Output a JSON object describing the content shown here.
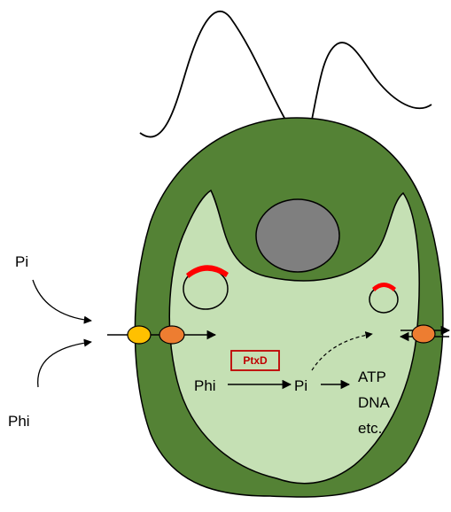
{
  "labels": {
    "pi_outside": "Pi",
    "phi_outside": "Phi",
    "phi_inside": "Phi",
    "pi_inside": "Pi",
    "enzyme": "PtxD",
    "products": [
      "ATP",
      "DNA",
      "etc."
    ]
  },
  "colors": {
    "cell_outer": "#548235",
    "cytoplasm": "#c5e0b4",
    "nucleus": "#7f7f7f",
    "eyespot": "#ff0000",
    "transporter_yellow": "#ffc000",
    "transporter_orange": "#ed7d31",
    "enzyme_box": "#c00000",
    "arrow": "#000000"
  }
}
